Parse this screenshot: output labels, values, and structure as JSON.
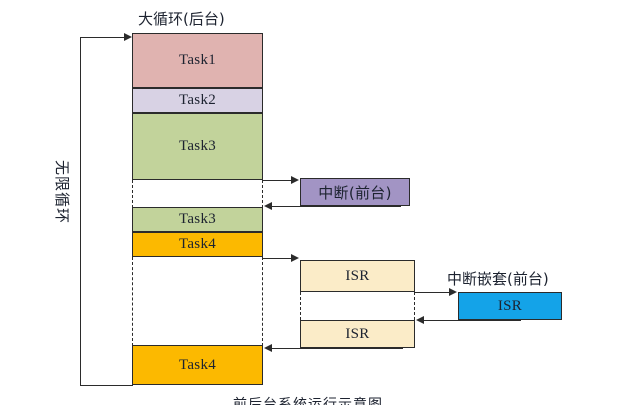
{
  "diagram": {
    "title_top": "大循环(后台)",
    "loop_label": "无限循环",
    "nested_label": "中断嵌套(前台)",
    "interrupt_label": "中断(前台)",
    "bottom_caption": "前后台系统运行示意图",
    "colors": {
      "task1": "#e0b3b0",
      "task2": "#d8d2e4",
      "task3": "#c2d39b",
      "task4": "#fcb900",
      "interrupt": "#a294c4",
      "isr": "#fbecc8",
      "isr_nested": "#14a3e8",
      "stroke": "#2b2b2b",
      "text": "#1d2330"
    },
    "background_column": {
      "blocks": [
        {
          "name": "task1",
          "label": "Task1",
          "color": "#e0b3b0"
        },
        {
          "name": "task2",
          "label": "Task2",
          "color": "#d8d2e4"
        },
        {
          "name": "task3",
          "label": "Task3",
          "color": "#c2d39b"
        },
        {
          "name": "task3-resume",
          "label": "Task3",
          "color": "#c2d39b"
        },
        {
          "name": "task4",
          "label": "Task4",
          "color": "#fcb900"
        },
        {
          "name": "task4-resume",
          "label": "Task4",
          "color": "#fcb900"
        }
      ]
    },
    "foreground": {
      "interrupt_box_label": "中断(前台)",
      "isr_top_label": "ISR",
      "isr_bottom_label": "ISR",
      "isr_nested_label": "ISR"
    }
  }
}
